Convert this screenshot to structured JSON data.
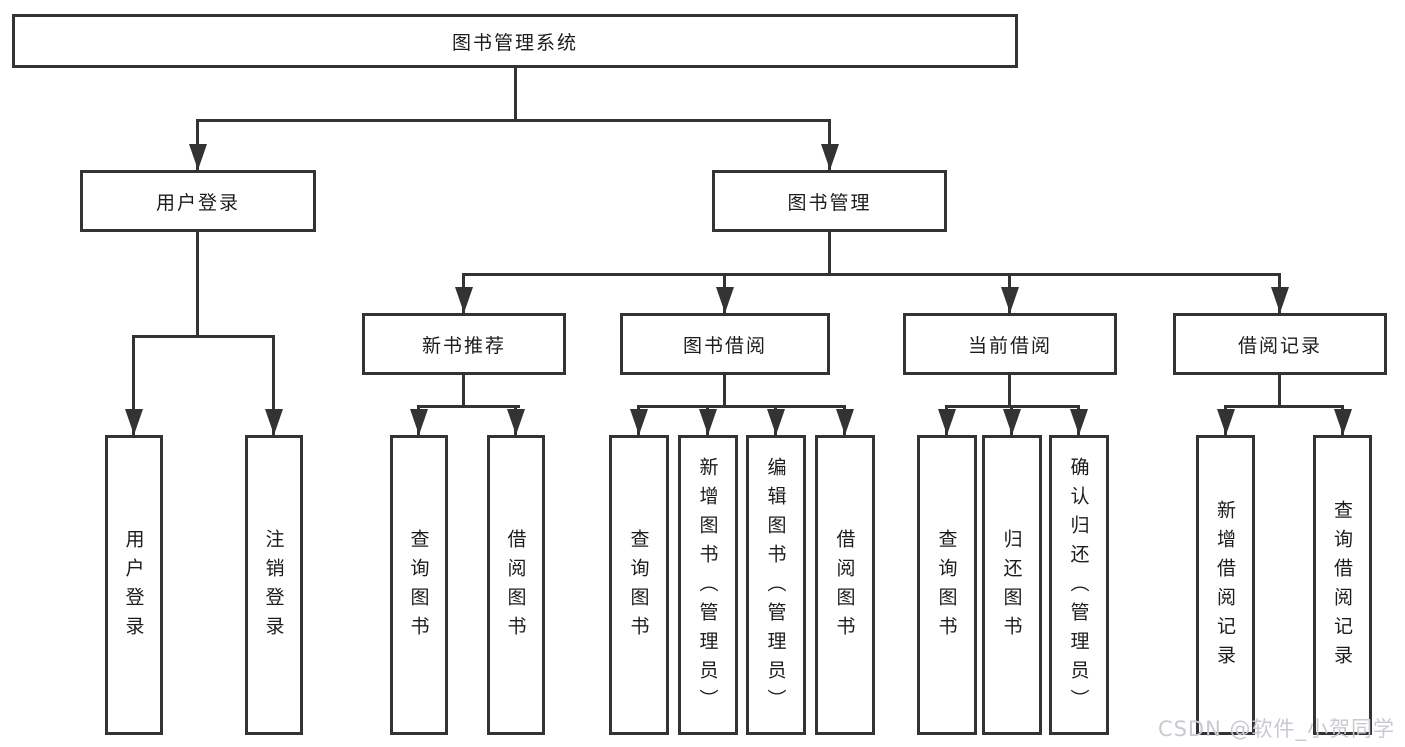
{
  "diagram": {
    "title": "图书管理系统",
    "type": "tree-structure-chart",
    "colors": {
      "line": "#333333",
      "text": "#1c1c1c",
      "background": "#ffffff",
      "watermark": "#c9cad1"
    },
    "watermark": "CSDN @软件_小贺同学"
  },
  "nodes": {
    "root": "图书管理系统",
    "user_login": "用户登录",
    "book_mgmt": "图书管理",
    "new_book_rec": "新书推荐",
    "book_borrow": "图书借阅",
    "current_borrow": "当前借阅",
    "borrow_record": "借阅记录",
    "login_user": "用户登录",
    "login_logout": "注销登录",
    "rec_query": "查询图书",
    "rec_borrow": "借阅图书",
    "bb_query": "查询图书",
    "bb_add": "新增图书（管理员）",
    "bb_edit": "编辑图书（管理员）",
    "bb_borrow": "借阅图书",
    "cb_query": "查询图书",
    "cb_return": "归还图书",
    "cb_confirm": "确认归还（管理员）",
    "br_add": "新增借阅记录",
    "br_query": "查询借阅记录"
  },
  "hierarchy": {
    "root": "图书管理系统",
    "children": [
      {
        "label": "用户登录",
        "children": [
          "用户登录",
          "注销登录"
        ]
      },
      {
        "label": "图书管理",
        "children": [
          {
            "label": "新书推荐",
            "children": [
              "查询图书",
              "借阅图书"
            ]
          },
          {
            "label": "图书借阅",
            "children": [
              "查询图书",
              "新增图书（管理员）",
              "编辑图书（管理员）",
              "借阅图书"
            ]
          },
          {
            "label": "当前借阅",
            "children": [
              "查询图书",
              "归还图书",
              "确认归还（管理员）"
            ]
          },
          {
            "label": "借阅记录",
            "children": [
              "新增借阅记录",
              "查询借阅记录"
            ]
          }
        ]
      }
    ]
  }
}
